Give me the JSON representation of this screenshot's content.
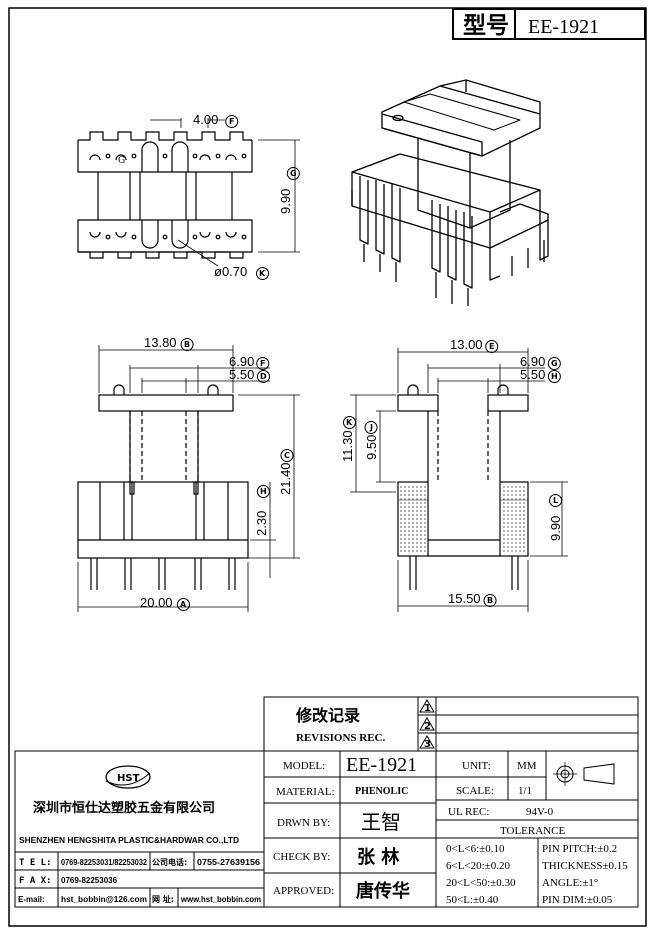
{
  "title_block": {
    "type_label": "型号",
    "model_code": "EE-1921"
  },
  "dimensions": {
    "d_4_00": "4.00",
    "d_9_90_top": "9.90",
    "d_0_70": "ø0.70",
    "d_13_80": "13.80",
    "d_6_90_left": "6.90",
    "d_5_50_left": "5.50",
    "d_21_40": "21.40",
    "d_2_30": "2.30",
    "d_20_00": "20.00",
    "d_13_00": "13.00",
    "d_6_90_right": "6.90",
    "d_5_50_right": "5.50",
    "d_11_30": "11.30",
    "d_9_50": "9.50",
    "d_9_90_right": "9.90",
    "d_15_50": "15.50"
  },
  "markers": {
    "m_4_00": "F",
    "m_9_90_top": "G",
    "m_0_70": "K",
    "m_13_80": "B",
    "m_6_90_left": "F",
    "m_5_50_left": "D",
    "m_21_40": "C",
    "m_2_30": "H",
    "m_20_00": "A",
    "m_13_00": "E",
    "m_6_90_right": "G",
    "m_5_50_right": "H",
    "m_11_30": "K",
    "m_9_50": "J",
    "m_9_90_right": "L",
    "m_15_50": "B"
  },
  "revisions": {
    "title_cn": "修改记录",
    "title_en": "REVISIONS REC.",
    "marks": [
      "1",
      "2",
      "3"
    ]
  },
  "company": {
    "logo_text": "HST",
    "name_cn": "深圳市恒仕达塑胶五金有限公司",
    "name_en": "SHENZHEN HENGSHITA PLASTIC&HARDWAR CO.,LTD",
    "tel_label": "T E L:",
    "tel_value": "0769-82253031/82253032",
    "phone2_label": "公司电话:",
    "phone2_value": "0755-27639156",
    "fax_label": "F A X:",
    "fax_value": "0769-82253036",
    "email_label": "E-mail:",
    "email_value": "hst_bobbin@126.com",
    "web_label": "网 址:",
    "web_value": "www.hst_bobbin.com"
  },
  "specs": {
    "model_label": "MODEL:",
    "model_value": "EE-1921",
    "material_label": "MATERIAL:",
    "material_value": "PHENOLIC",
    "drawn_label": "DRWN BY:",
    "drawn_value": "王智",
    "check_label": "CHECK BY:",
    "check_value": "张  林",
    "approved_label": "APPROVED:",
    "approved_value": "唐传华",
    "unit_label": "UNIT:",
    "unit_value": "MM",
    "scale_label": "SCALE:",
    "scale_value": "1/1",
    "ul_label": "UL REC:",
    "ul_value": "94V-0",
    "tolerance_label": "TOLERANCE",
    "tol_lines": [
      "0<L<6:±0.10",
      "6<L<20:±0.20",
      "20<L<50:±0.30",
      "50<L:±0.40"
    ],
    "tol_lines2": [
      "PIN PITCH:±0.2",
      "THICKNESS±0.15",
      "ANGLE:±1°",
      "PIN DIM:±0.05"
    ]
  }
}
